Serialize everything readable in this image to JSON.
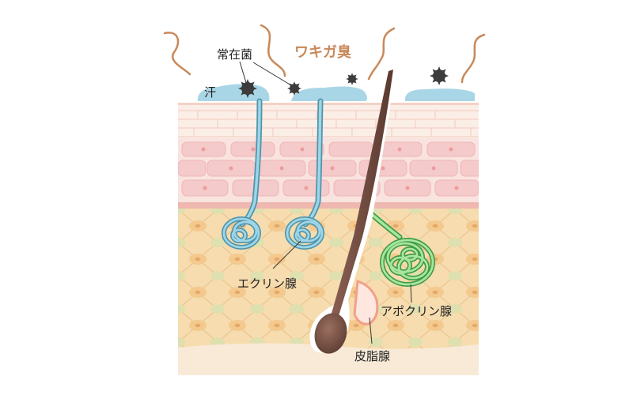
{
  "labels": {
    "title": "ワキガ臭",
    "bacteria": "常在菌",
    "sweat": "汗",
    "eccrine": "エクリン腺",
    "apocrine": "アポクリン腺",
    "sebaceous": "皮脂腺"
  },
  "colors": {
    "title": "#c8895a",
    "odor_wave": "#c8895a",
    "sweat": "#a9d6e6",
    "epidermis": "#f3d6cc",
    "dermis_cells": "#f5c9c9",
    "subcutis": "#f4d7a6",
    "eccrine_duct": "#5fa8c0",
    "apocrine_gland": "#6cc26a",
    "hair": "#6e4a3f",
    "bacteria": "#3c3c3c",
    "sebaceous": "#f2a08a"
  },
  "icons": [
    "odor-wave-icon",
    "bacteria-icon",
    "hair-icon"
  ]
}
